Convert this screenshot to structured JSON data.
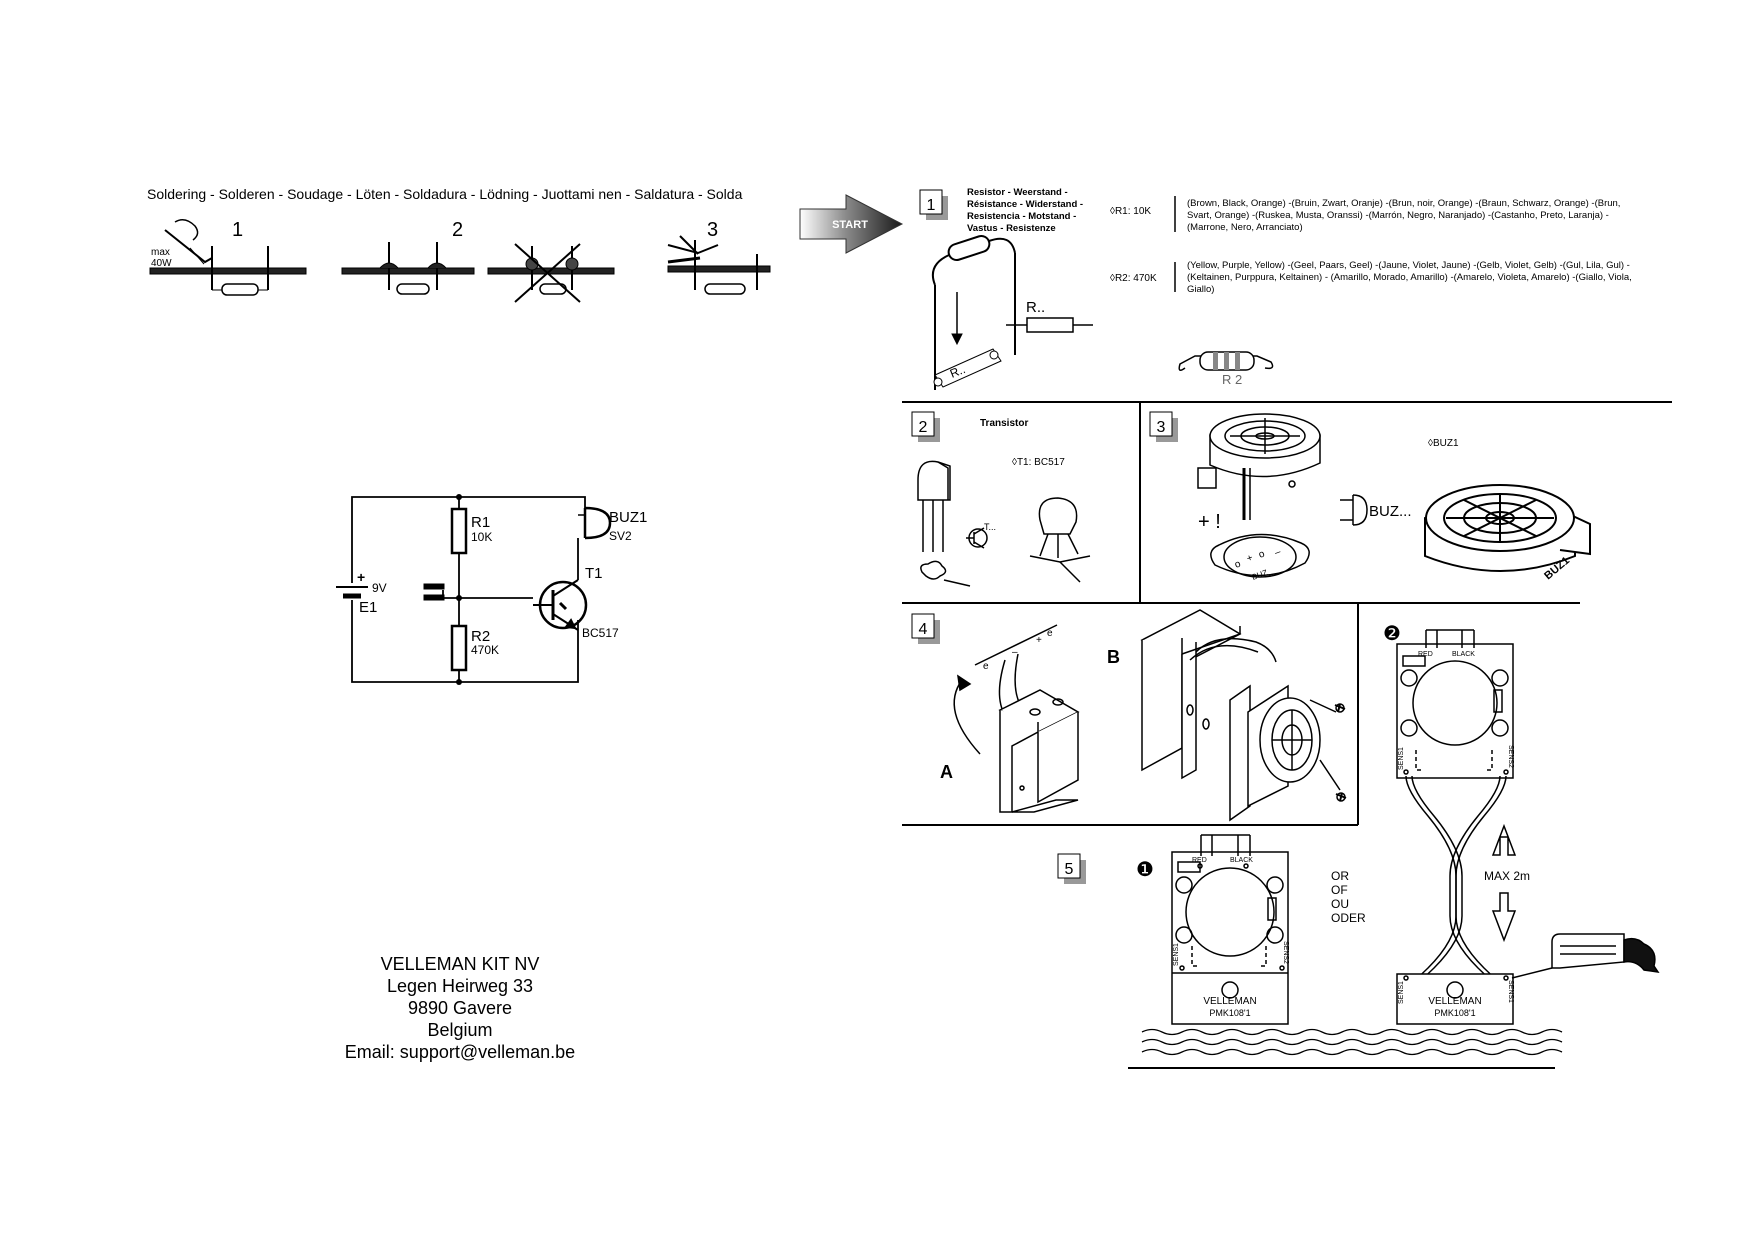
{
  "soldering": {
    "title": "Soldering - Solderen - Soudage - Löten - Soldadura - Lödning - Juottami nen - Saldatura - Solda",
    "steps": [
      "1",
      "2",
      "3"
    ],
    "iron_max": "max",
    "iron_watt": "40W"
  },
  "start_label": "START",
  "step1": {
    "number": "1",
    "title_lines": [
      "Resistor - Weerstand -",
      "Résistance - Widerstand -",
      "Resistencia - Motstand -",
      "Vastus - Resistenze"
    ],
    "components": [
      {
        "ref": "R1: 10K",
        "colors": "(Brown, Black, Orange) -(Bruin, Zwart, Oranje) -(Brun, noir, Orange) -(Braun, Schwarz, Orange) -(Brun, Svart, Orange) -(Ruskea, Musta, Oranssi) -(Marrón, Negro, Naranjado) -(Castanho, Preto, Laranja) - (Marrone, Nero, Arranciato)"
      },
      {
        "ref": "R2: 470K",
        "colors": "(Yellow, Purple, Yellow) -(Geel, Paars, Geel) -(Jaune, Violet, Jaune) -(Gelb, Violet, Gelb) -(Gul, Lila, Gul) -(Keltainen, Purppura, Keltainen) - (Amarillo, Morado, Amarillo) -(Amarelo, Violeta, Amarelo) -(Giallo, Viola, Giallo)"
      }
    ],
    "schematic_label": "R..",
    "pcb_label": "R..",
    "r2_label": "R 2"
  },
  "step2": {
    "number": "2",
    "title": "Transistor",
    "ref": "T1: BC517",
    "symbol_label": "T..."
  },
  "step3": {
    "number": "3",
    "ref": "BUZ1",
    "polarity": "+ !",
    "symbol_label": "BUZ...",
    "body_label": "BUZ1",
    "disc_label": "BUZ"
  },
  "step4": {
    "number": "4",
    "label_a": "A",
    "label_b": "B"
  },
  "step5": {
    "number": "5",
    "or_words": [
      "OR",
      "OF",
      "OU",
      "ODER"
    ],
    "variant1": "❶",
    "variant2": "❷",
    "max_length": "MAX 2m",
    "board_brand": "VELLEMAN",
    "board_model": "PMK108'1",
    "red": "RED",
    "black": "BLACK",
    "sens1": "SENS1",
    "sens2": "SENS2"
  },
  "schematic": {
    "r1_ref": "R1",
    "r1_val": "10K",
    "r2_ref": "R2",
    "r2_val": "470K",
    "battery_ref": "E1",
    "battery_val": "9V",
    "battery_plus": "+",
    "buzzer_ref": "BUZ1",
    "buzzer_val": "SV2",
    "transistor_ref": "T1",
    "transistor_val": "BC517"
  },
  "address": {
    "company": "VELLEMAN KIT NV",
    "street": "Legen Heirweg 33",
    "city": "9890 Gavere",
    "country": "Belgium",
    "email": "Email: support@velleman.be"
  }
}
